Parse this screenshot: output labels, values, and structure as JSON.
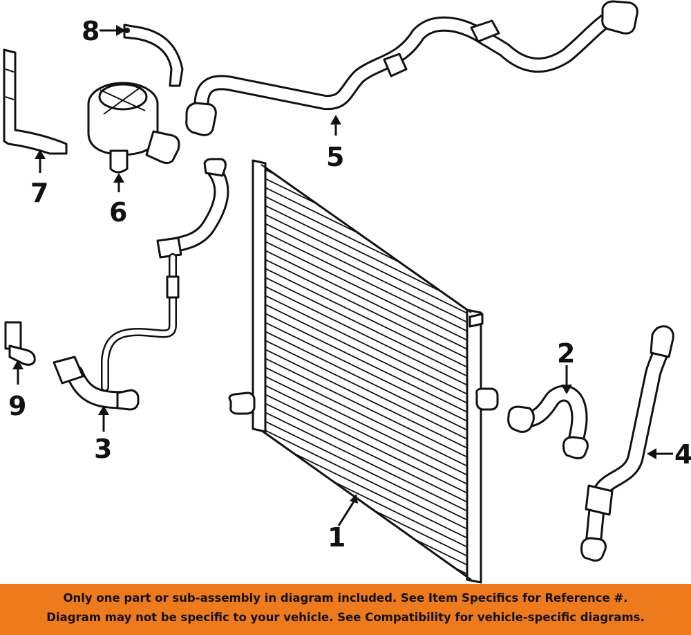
{
  "callouts": {
    "c1": "1",
    "c2": "2",
    "c3": "3",
    "c4": "4",
    "c5": "5",
    "c6": "6",
    "c7": "7",
    "c8": "8",
    "c9": "9"
  },
  "banner": {
    "line1": "Only one part or sub-assembly in diagram included. See Item Specifics for Reference #.",
    "line2": "Diagram may not be specific to your vehicle. See Compatibility for vehicle-specific diagrams."
  },
  "colors": {
    "banner_bg": "#ee7a1e",
    "ink": "#111111"
  }
}
